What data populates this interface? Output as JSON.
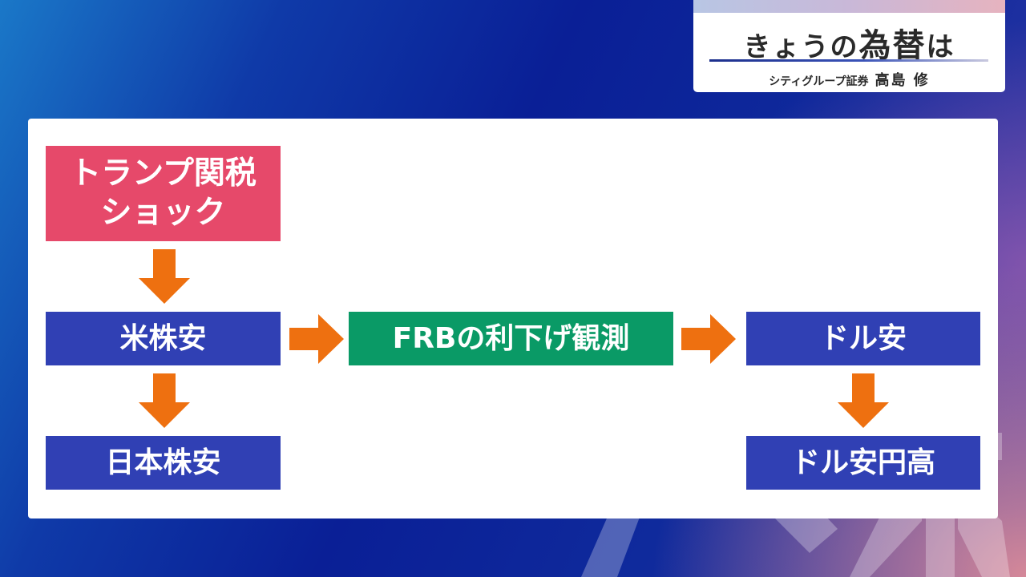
{
  "title_card": {
    "title_pre": "きょうの",
    "title_big": "為替",
    "title_post": "は",
    "company": "シティグループ証券",
    "person": "高島 修"
  },
  "flow": {
    "shock": "トランプ関税\nショック",
    "us_stocks_down": "米株安",
    "japan_stocks_down": "日本株安",
    "frb_rate_cut": "FRBの利下げ観測",
    "dollar_down": "ドル安",
    "dollar_down_yen_up": "ドル安円高"
  },
  "colors": {
    "pink": "#e6496a",
    "blue": "#3040b4",
    "green": "#0a9a66",
    "arrow": "#ee7010"
  }
}
